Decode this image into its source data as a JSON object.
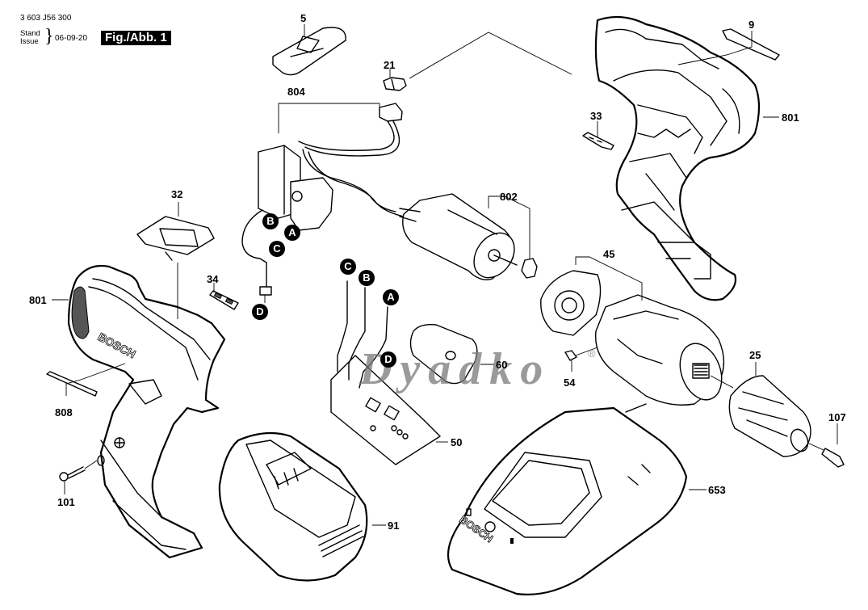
{
  "header": {
    "part_number": "3 603 J56 300",
    "stand_label": "Stand",
    "issue_label": "Issue",
    "date": "06-09-20",
    "figure_label": "Fig./Abb. 1"
  },
  "watermark": {
    "text": "Dyadko",
    "registered_mark": "®"
  },
  "callouts": [
    {
      "id": "5",
      "text": "5"
    },
    {
      "id": "21",
      "text": "21"
    },
    {
      "id": "804",
      "text": "804"
    },
    {
      "id": "9",
      "text": "9"
    },
    {
      "id": "801-top",
      "text": "801"
    },
    {
      "id": "33",
      "text": "33"
    },
    {
      "id": "802",
      "text": "802"
    },
    {
      "id": "32",
      "text": "32"
    },
    {
      "id": "34",
      "text": "34"
    },
    {
      "id": "801-left",
      "text": "801"
    },
    {
      "id": "45",
      "text": "45"
    },
    {
      "id": "60",
      "text": "60"
    },
    {
      "id": "54",
      "text": "54"
    },
    {
      "id": "25",
      "text": "25"
    },
    {
      "id": "107",
      "text": "107"
    },
    {
      "id": "808",
      "text": "808"
    },
    {
      "id": "50",
      "text": "50"
    },
    {
      "id": "653",
      "text": "653"
    },
    {
      "id": "101",
      "text": "101"
    },
    {
      "id": "91",
      "text": "91"
    }
  ],
  "connector_markers": [
    {
      "id": "switch-B",
      "text": "B"
    },
    {
      "id": "switch-A",
      "text": "A"
    },
    {
      "id": "switch-C",
      "text": "C"
    },
    {
      "id": "switch-D",
      "text": "D"
    },
    {
      "id": "board-C",
      "text": "C"
    },
    {
      "id": "board-B",
      "text": "B"
    },
    {
      "id": "board-A",
      "text": "A"
    },
    {
      "id": "board-D",
      "text": "D"
    }
  ],
  "brand_marks": {
    "housing": "BOSCH",
    "charger": "BOSCH"
  }
}
